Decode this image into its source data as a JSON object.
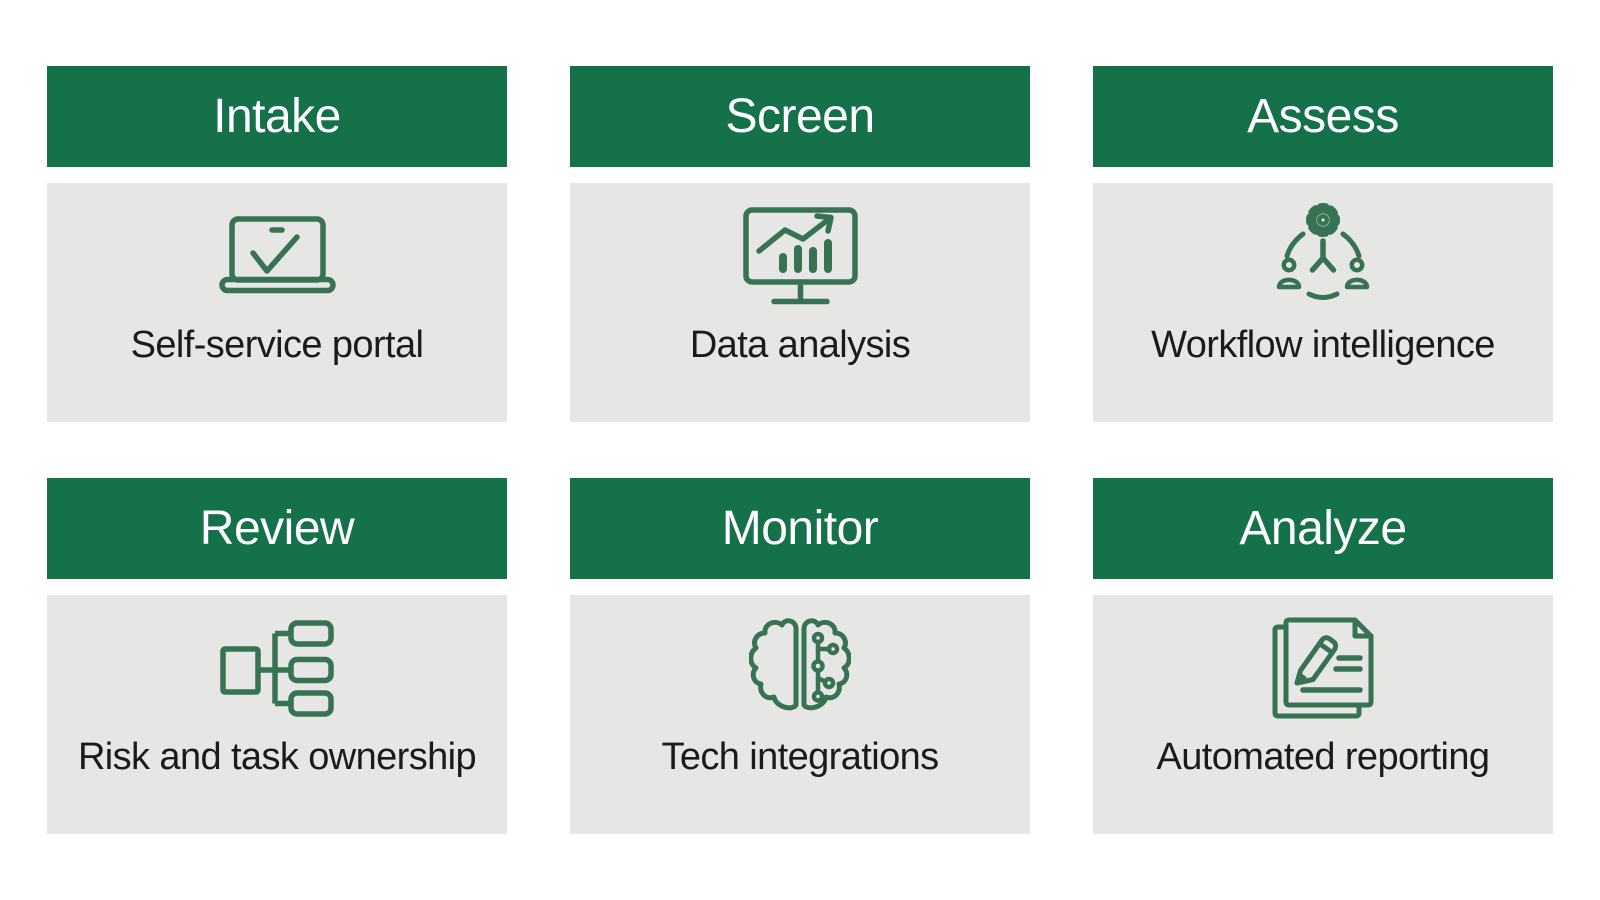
{
  "theme": {
    "header_bg": "#15714A",
    "body_bg": "#E6E6E5",
    "icon_color": "#377353",
    "label_color": "#1B1B1B",
    "header_text": "#FFFFFF"
  },
  "cards": [
    {
      "title": "Intake",
      "label": "Self-service portal",
      "icon": "laptop-check-icon"
    },
    {
      "title": "Screen",
      "label": "Data analysis",
      "icon": "monitor-chart-icon"
    },
    {
      "title": "Assess",
      "label": "Workflow intelligence",
      "icon": "workflow-people-gear-icon"
    },
    {
      "title": "Review",
      "label": "Risk and task ownership",
      "icon": "flowchart-icon"
    },
    {
      "title": "Monitor",
      "label": "Tech integrations",
      "icon": "brain-circuit-icon"
    },
    {
      "title": "Analyze",
      "label": "Automated reporting",
      "icon": "documents-pencil-icon"
    }
  ]
}
